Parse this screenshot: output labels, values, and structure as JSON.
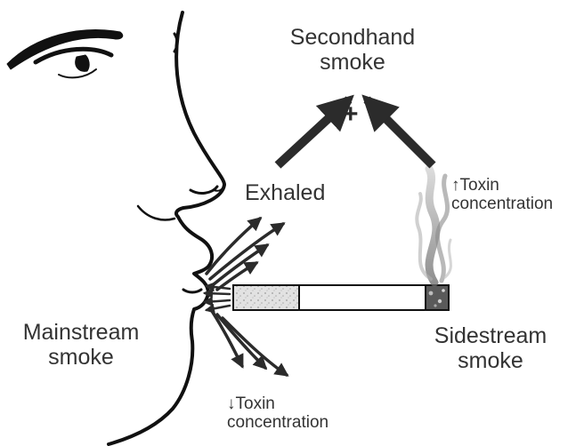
{
  "labels": {
    "secondhand_line1": "Secondhand",
    "secondhand_line2": "smoke",
    "plus": "+",
    "exhaled": "Exhaled",
    "toxin_up_line1": "↑Toxin",
    "toxin_up_line2": "concentration",
    "mainstream_line1": "Mainstream",
    "mainstream_line2": "smoke",
    "sidestream_line1": "Sidestream",
    "sidestream_line2": "smoke",
    "toxin_down_line1": "↓Toxin",
    "toxin_down_line2": "concentration"
  },
  "colors": {
    "ink": "#111111",
    "arrow": "#2b2b2b",
    "text": "#333333",
    "filter": "#d6d6d6",
    "smoke": "#9a9a9a"
  }
}
